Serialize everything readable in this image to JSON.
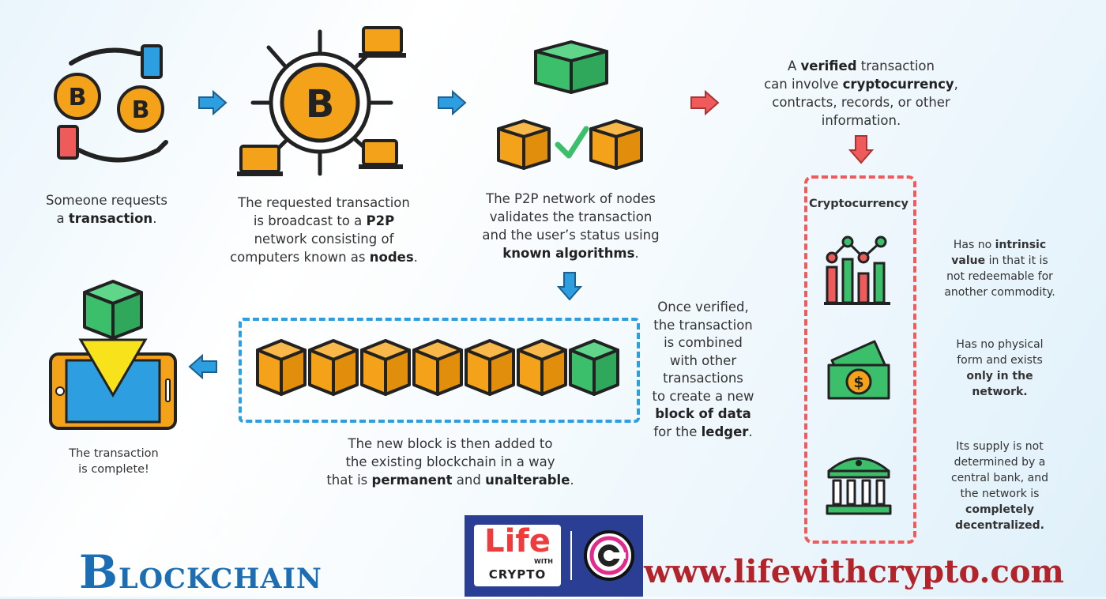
{
  "steps": {
    "step1": {
      "line1": "Someone requests",
      "line2a": "a ",
      "line2b": "transaction",
      "line2c": "."
    },
    "step2": {
      "l1": "The requested transaction",
      "l2a": "is broadcast to a ",
      "l2b": "P2P",
      "l3": "network consisting of",
      "l4a": "computers known as ",
      "l4b": "nodes",
      "l4c": "."
    },
    "step3": {
      "l1": "The P2P network of nodes",
      "l2": "validates the transaction",
      "l3": "and the user’s status using",
      "l4a": "known algorithms",
      "l4b": "."
    },
    "verified": {
      "l1a": "A ",
      "l1b": "verified",
      "l1c": " transaction",
      "l2a": "can involve ",
      "l2b": "cryptocurrency",
      "l2c": ",",
      "l3": "contracts, records, or other",
      "l4": "information."
    },
    "once": {
      "l1": "Once verified,",
      "l2": "the transaction",
      "l3": "is combined",
      "l4": "with other",
      "l5": "transactions",
      "l6": "to create a new",
      "l7": "block of data",
      "l8a": "for the ",
      "l8b": "ledger",
      "l8c": "."
    },
    "newblock": {
      "l1": "The new block is then added to",
      "l2": "the existing blockchain in a way",
      "l3a": "that is ",
      "l3b": "permanent",
      "l3c": " and ",
      "l3d": "unalterable",
      "l3e": "."
    },
    "complete": {
      "l1": "The transaction",
      "l2": "is complete!"
    }
  },
  "crypto_box": {
    "title": "Cryptocurrency",
    "f1": {
      "l1": "Has no ",
      "l1b": "intrinsic",
      "l2b": "value",
      "l2": " in that it is",
      "l3": "not redeemable for",
      "l4": "another commodity."
    },
    "f2": {
      "l1": "Has no physical",
      "l2": "form and exists",
      "l3": "only in the",
      "l4": "network."
    },
    "f3": {
      "l1": "Its supply is not",
      "l2": "determined by a",
      "l3": "central bank, and",
      "l4": "the network is",
      "l5": "completely",
      "l6": "decentralized."
    }
  },
  "footer": {
    "title": "Blockchain",
    "logo_life": "Life",
    "logo_with": "WITH",
    "logo_crypto": "CRYPTO",
    "url": "www.lifewithcrypto.com"
  },
  "colors": {
    "accent_blue": "#2d9ee0",
    "accent_red": "#ef5a5a",
    "block_orange": "#f5a21b",
    "block_green": "#3cbf6b"
  }
}
